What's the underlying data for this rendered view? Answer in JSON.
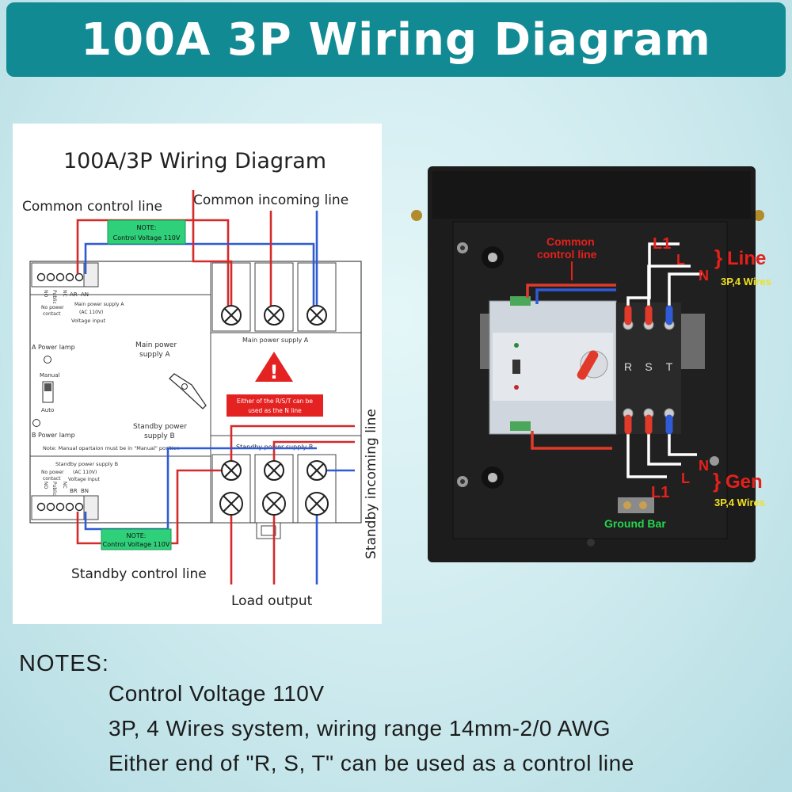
{
  "banner": {
    "title": "100A 3P Wiring Diagram"
  },
  "diagram": {
    "title": "100A/3P Wiring Diagram",
    "common_control_line": "Common control line",
    "common_incoming_line": "Common incoming line",
    "note_label": "NOTE:",
    "note_voltage": "Control Voltage 110V",
    "terminal_no": "NO",
    "terminal_public": "Public",
    "terminal_nc": "NC",
    "terminal_ar": "AR",
    "terminal_an": "AN",
    "terminal_br": "BR",
    "terminal_bn": "BN",
    "no_power_contact_1": "No power",
    "no_power_contact_2": "contact",
    "main_supply_a_ac": "Main power supply A",
    "ac_110v": "(AC 110V)",
    "voltage_input": "Voltage input",
    "main_supply_a": "Main power supply A",
    "a_power_lamp": "A Power lamp",
    "main_power_1": "Main power",
    "main_power_2": "supply A",
    "manual": "Manual",
    "auto": "Auto",
    "standby_power_1": "Standby power",
    "standby_power_2": "supply B",
    "b_power_lamp": "B Power lamp",
    "manual_note": "Note: Manual opartaion must be in \"Manual\" position",
    "warning_1": "Either of the R/S/T can be",
    "warning_2": "used as the N line",
    "standby_supply_b": "Standby power supply B",
    "standby_supply_b_small": "Standby power supply B",
    "standby_incoming_line": "Standby incoming line",
    "standby_control_line": "Standby control line",
    "load_output": "Load output"
  },
  "photo": {
    "common_control_1": "Common",
    "common_control_2": "control line",
    "l1_top": "L1",
    "l_top": "L",
    "n_top": "N",
    "line_label": "Line",
    "line_sub": "3P,4 Wires",
    "module_r": "R",
    "module_s": "S",
    "module_t": "T",
    "n_bottom": "N",
    "l_bottom": "L",
    "l1_bottom": "L1",
    "gen_label": "Gen",
    "gen_sub": "3P,4 Wires",
    "ground_bar": "Ground Bar"
  },
  "notes": {
    "heading": "NOTES:",
    "items": [
      "Control Voltage 110V",
      "3P, 4 Wires system, wiring range 14mm-2/0 AWG",
      "Either end of \"R, S, T\" can be used as a control line"
    ]
  },
  "colors": {
    "banner": "#118a93",
    "wire_red": "#d42a2a",
    "wire_blue": "#2f5bd6",
    "note_green": "#2fd07a",
    "warning_red": "#e52222",
    "gen_line_red": "#e5201b",
    "sub_yellow": "#f0e020",
    "ground_green": "#25d64e"
  }
}
